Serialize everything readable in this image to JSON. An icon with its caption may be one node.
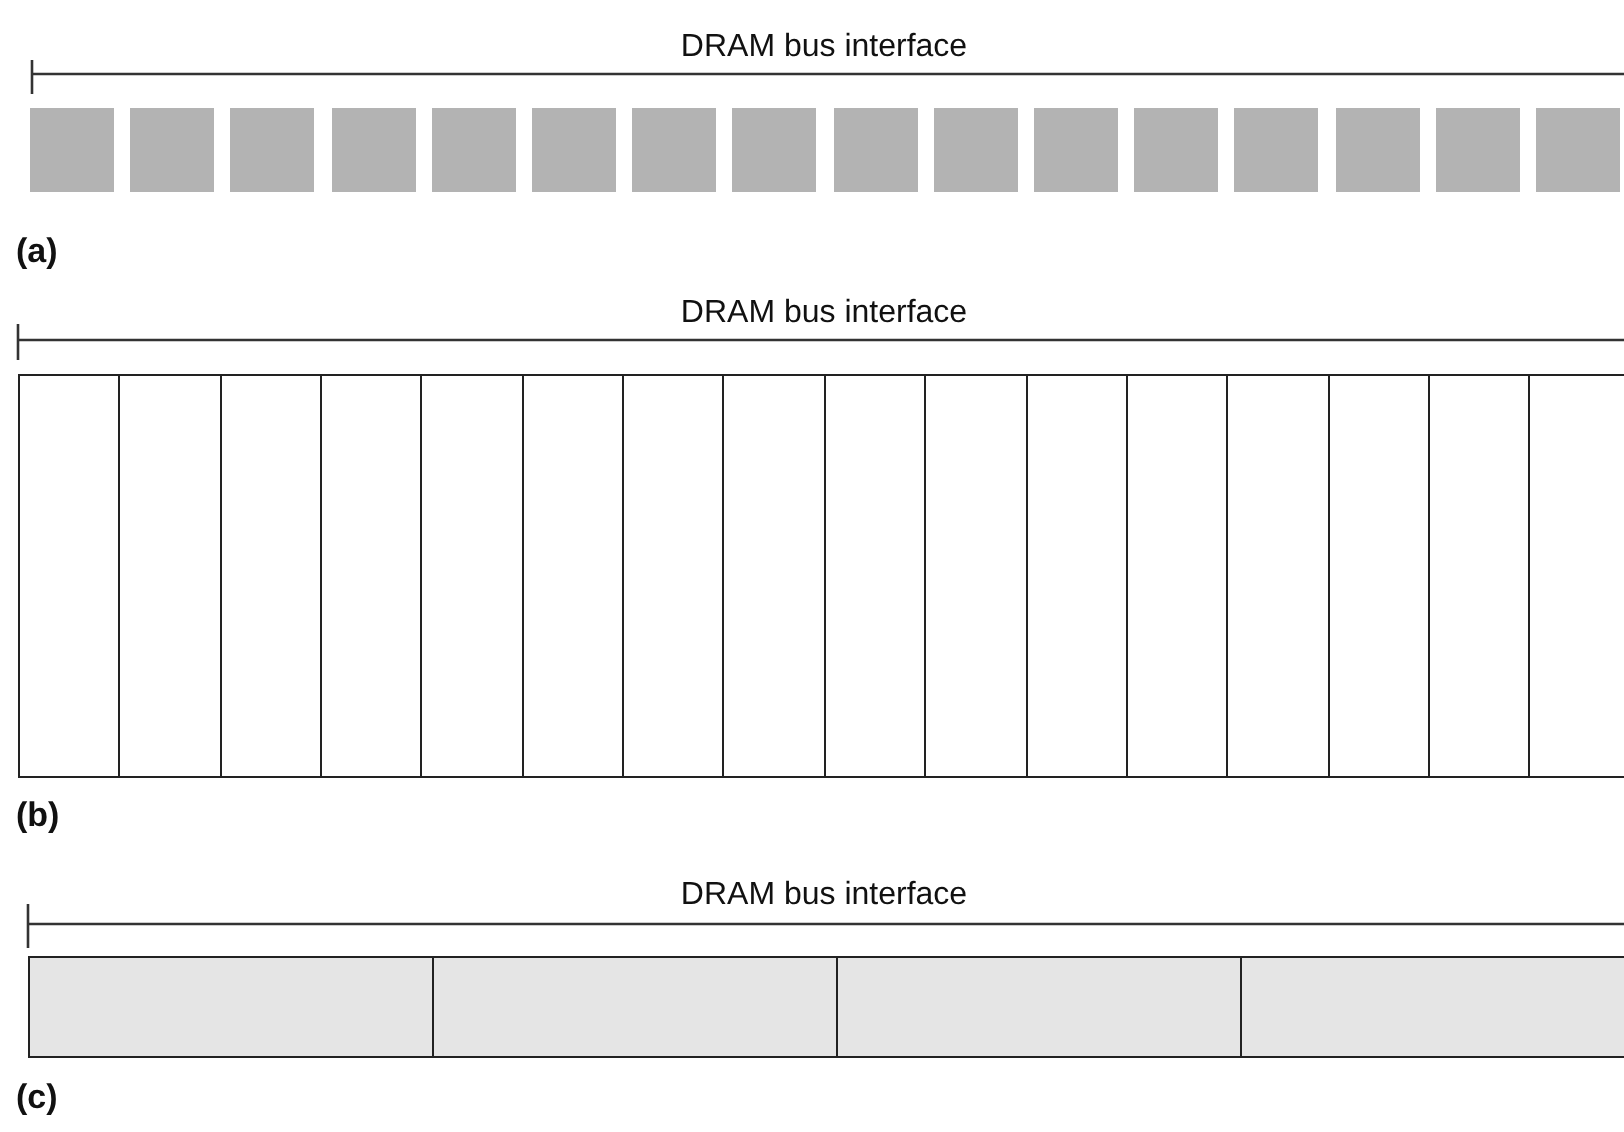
{
  "diagram": {
    "nodes": [
      {
        "text": [],
        "shape": "box"
      },
      {
        "text": [],
        "shape": "box"
      },
      {
        "text": [],
        "shape": "box"
      },
      {
        "text": [],
        "shape": "box"
      },
      {
        "text": [],
        "shape": "box"
      },
      {
        "text": [],
        "shape": "box"
      },
      {
        "text": [],
        "shape": "box"
      },
      {
        "text": [],
        "shape": "box"
      },
      {
        "text": [],
        "shape": "box"
      },
      {
        "text": [],
        "shape": "box"
      },
      {
        "text": [],
        "shape": "box"
      },
      {
        "text": [],
        "shape": "box"
      },
      {
        "text": [],
        "shape": "box"
      },
      {
        "text": [],
        "shape": "box"
      },
      {
        "text": [],
        "shape": "box"
      },
      {
        "text": [],
        "shape": "box"
      },
      {
        "text": [],
        "shape": "box"
      },
      {
        "text": [],
        "shape": "box"
      },
      {
        "text": [],
        "shape": "box"
      },
      {
        "text": [],
        "shape": "box"
      },
      {
        "text": [],
        "shape": "box"
      },
      {
        "text": [],
        "shape": "box"
      },
      {
        "text": [],
        "shape": "box"
      },
      {
        "text": [],
        "shape": "box"
      },
      {
        "text": [],
        "shape": "box"
      },
      {
        "text": [],
        "shape": "box"
      },
      {
        "text": [],
        "shape": "box"
      },
      {
        "text": [],
        "shape": "box"
      },
      {
        "text": [],
        "shape": "box"
      },
      {
        "text": [],
        "shape": "box"
      },
      {
        "text": [],
        "shape": "box"
      },
      {
        "text": [],
        "shape": "box"
      },
      {
        "text": [],
        "shape": "box"
      },
      {
        "text": [],
        "shape": "box"
      },
      {
        "text": [],
        "shape": "box"
      },
      {
        "text": [],
        "shape": "box"
      }
    ],
    "labels": [
      "DRAM bus interface",
      "(a)",
      "DRAM bus interface",
      "(b)",
      "DRAM bus interface",
      "(c)"
    ]
  }
}
